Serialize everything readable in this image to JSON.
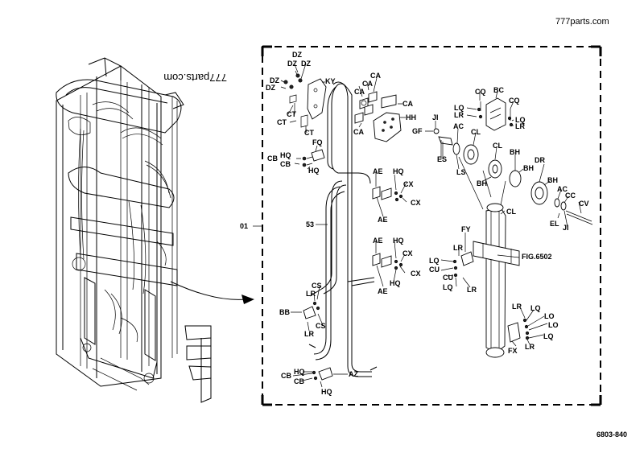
{
  "header": {
    "site": "777parts.com"
  },
  "watermark": {
    "text": "777parts.com"
  },
  "footer": {
    "drawing_number": "6803-840"
  },
  "callout": {
    "group_number": "01",
    "hose_number": "53",
    "figure_ref": "FIG.6502"
  },
  "labels": [
    "DZ",
    "DZ",
    "DZ",
    "DZ",
    "DZ",
    "KY",
    "CT",
    "CT",
    "CT",
    "FQ",
    "CB",
    "HQ",
    "CB",
    "HQ",
    "CA",
    "CA",
    "CA",
    "CA",
    "CA",
    "HH",
    "JI",
    "GF",
    "AC",
    "ES",
    "LS",
    "CQ",
    "BC",
    "LQ",
    "LR",
    "CQ",
    "LQ",
    "LR",
    "CL",
    "CL",
    "BH",
    "BH",
    "DR",
    "BH",
    "AC",
    "CC",
    "CV",
    "EL",
    "JI",
    "BH",
    "CL",
    "AE",
    "HQ",
    "CX",
    "CX",
    "AE",
    "AE",
    "HQ",
    "CX",
    "CX",
    "HQ",
    "AE",
    "FY",
    "LR",
    "LQ",
    "CU",
    "CU",
    "LQ",
    "LR",
    "CS",
    "LR",
    "BB",
    "CS",
    "LR",
    "LR",
    "LQ",
    "LO",
    "LO",
    "LQ",
    "FX",
    "LR",
    "CB",
    "HQ",
    "CB",
    "AZ",
    "HQ"
  ]
}
